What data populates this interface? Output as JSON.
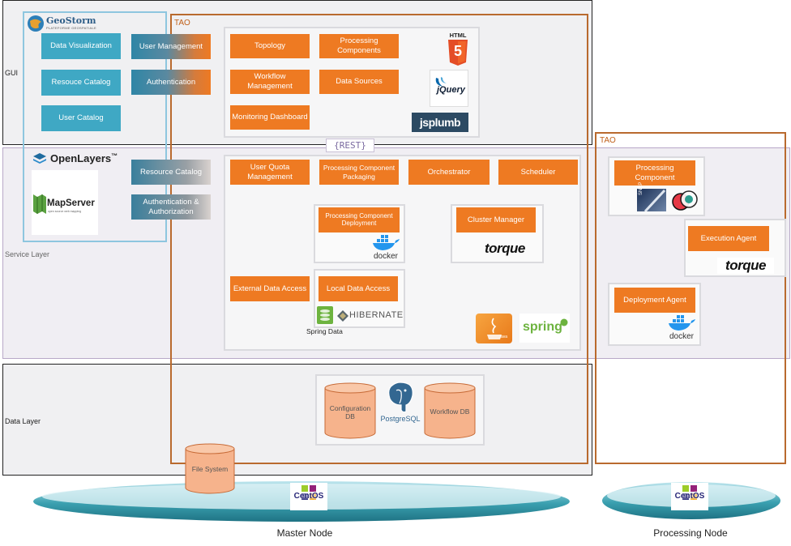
{
  "layers": {
    "gui": "GUI",
    "service": "Service Layer",
    "data": "Data Layer"
  },
  "tao_label": "TAO",
  "tao_label_processing": "TAO",
  "gui": {
    "geostorm": "GeoStorm",
    "geostorm_sub": "PLATEFORME GEOSPATIALE",
    "data_visualization": "Data Visualization",
    "resource_catalog": "Resouce Catalog",
    "user_catalog": "User Catalog",
    "user_management": "User Management",
    "authentication": "Authentication",
    "topology": "Topology",
    "processing_components": "Processing Components",
    "workflow_management": "Workflow Management",
    "data_sources": "Data Sources",
    "monitoring_dashboard": "Monitoring Dashboard",
    "html5_top": "HTML",
    "html5_num": "5",
    "jquery": "jQuery",
    "jsplumb": "jsplumb"
  },
  "rest": "{REST}",
  "service": {
    "openlayers": "OpenLayers",
    "openlayers_tm": "™",
    "mapserver": "MapServer",
    "mapserver_sub": "open source web mapping",
    "resource_catalog": "Resource Catalog",
    "auth_authz": "Authentication & Authorization",
    "user_quota": "User Quota Management",
    "component_packaging": "Processing Component Packaging",
    "orchestrator": "Orchestrator",
    "scheduler": "Scheduler",
    "component_deployment": "Processing Component Deployment",
    "cluster_manager": "Cluster Manager",
    "external_data_access": "External Data Access",
    "local_data_access": "Local Data Access",
    "hibernate": "HIBERNATE",
    "spring_data": "Spring Data",
    "docker": "docker",
    "torque": "torque",
    "java": "Java",
    "spring": "spring"
  },
  "data": {
    "configuration_db": "Configuration DB",
    "workflow_db": "Workflow DB",
    "postgresql": "PostgreSQL",
    "file_system": "File System"
  },
  "processing": {
    "processing_component": "Processing Component",
    "snap": "SNAP",
    "execution_agent": "Execution Agent",
    "torque": "torque",
    "deployment_agent": "Deployment Agent",
    "docker": "docker"
  },
  "nodes": {
    "master": "Master Node",
    "processing": "Processing Node",
    "centos": "CentOS"
  },
  "colors": {
    "orange": "#ee7a22",
    "teal": "#3fa8c4",
    "tao_frame": "#b96a2e",
    "platform": "#3aa0b0"
  }
}
